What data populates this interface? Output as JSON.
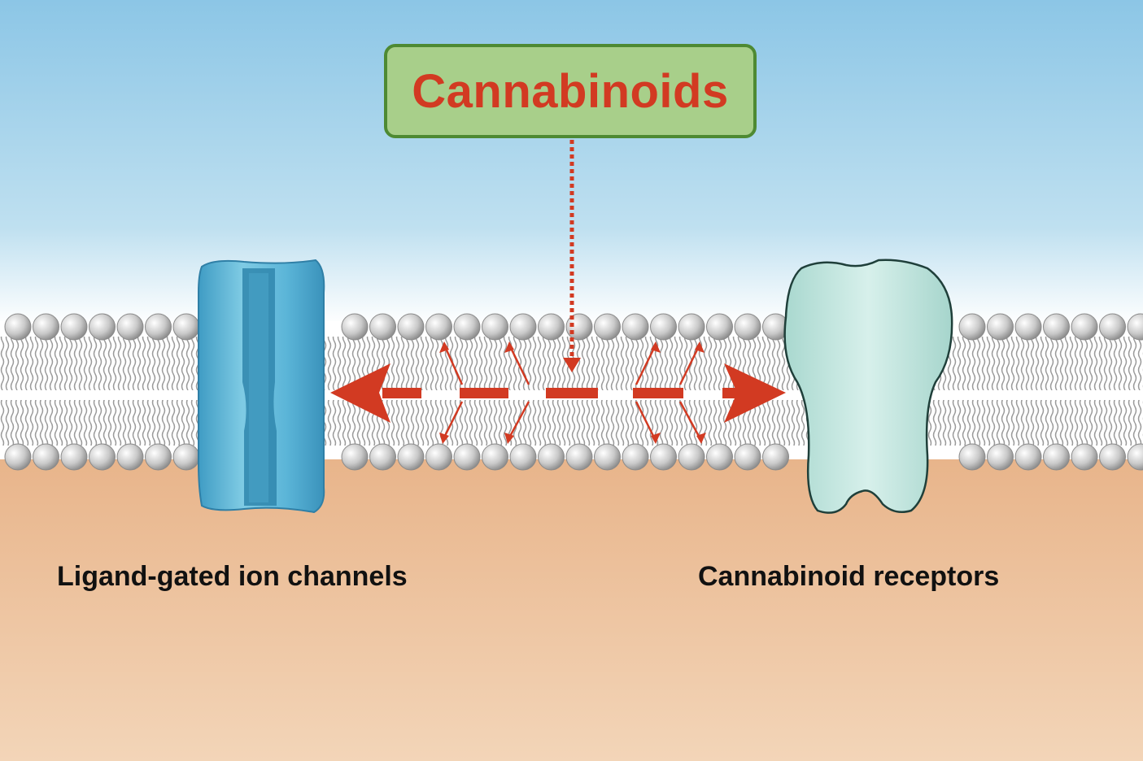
{
  "diagram": {
    "title": "Cannabinoids",
    "left_target_label": "Ligand-gated ion channels",
    "right_target_label": "Cannabinoid receptors"
  },
  "colors": {
    "extracellular": "#8fc8e6",
    "intracellular": "#e9b98f",
    "title_fill": "#a8cf8a",
    "title_border": "#4e8a33",
    "arrow_red": "#d23a22",
    "ion_channel": "#5fb4d4",
    "receptor": "#bfe3dc"
  },
  "icons": {
    "left_protein": "ion-channel-icon",
    "right_protein": "receptor-icon",
    "membrane": "lipid-bilayer"
  }
}
